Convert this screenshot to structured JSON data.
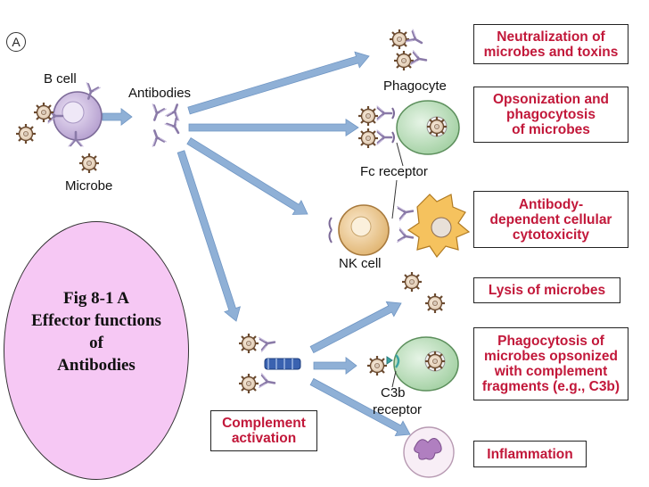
{
  "panel_label": "A",
  "labels": {
    "b_cell": "B cell",
    "antibodies": "Antibodies",
    "microbe": "Microbe",
    "phagocyte": "Phagocyte",
    "fc_receptor": "Fc receptor",
    "nk_cell": "NK cell",
    "c3b_receptor_line1": "C3b",
    "c3b_receptor_line2": "receptor"
  },
  "effector_functions": [
    "Neutralization of\nmicrobes and toxins",
    "Opsonization and\nphagocytosis\nof microbes",
    "Antibody-\ndependent cellular\ncytotoxicity",
    "Lysis of microbes",
    "Phagocytosis of\nmicrobes opsonized\nwith complement\nfragments (e.g., C3b)",
    "Inflammation"
  ],
  "complement_activation": "Complement\nactivation",
  "caption": {
    "line1": "Fig 8-1 A",
    "line2": "Effector functions",
    "line3": "of",
    "line4": "Antibodies"
  },
  "colors": {
    "box_text": "#c2183a",
    "arrow": "#8fb0d6",
    "b_cell": "#c9b6dd",
    "phagocyte": "#bfe0bf",
    "nk_cell": "#f1d8a9",
    "caption_bg": "#f6c8f4",
    "antibody": "#8a7aa8"
  }
}
